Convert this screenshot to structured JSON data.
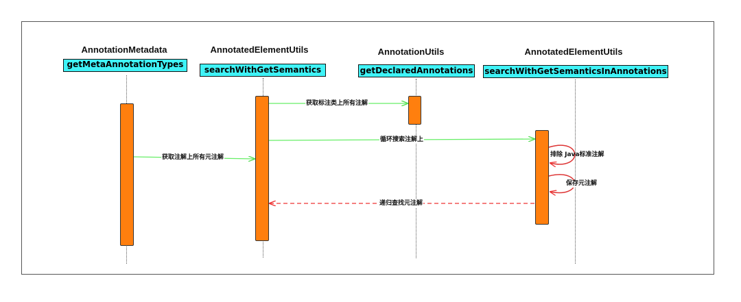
{
  "participants": [
    {
      "class_name": "AnnotationMetadata",
      "method": "getMetaAnnotationTypes"
    },
    {
      "class_name": "AnnotatedElementUtils",
      "method": "searchWithGetSemantics"
    },
    {
      "class_name": "AnnotationUtils",
      "method": "getDeclaredAnnotations"
    },
    {
      "class_name": "AnnotatedElementUtils",
      "method": "searchWithGetSemanticsInAnnotations"
    }
  ],
  "messages": [
    {
      "label": "获取注解上所有元注解",
      "type": "call"
    },
    {
      "label": "获取标注类上所有注解",
      "type": "call"
    },
    {
      "label": "循环搜索注解上",
      "type": "call"
    },
    {
      "label": "排除 Java标准注解",
      "type": "self"
    },
    {
      "label": "保存元注解",
      "type": "self"
    },
    {
      "label": "递归查找元注解",
      "type": "return"
    }
  ],
  "colors": {
    "call_arrow": "#66ee66",
    "return_arrow": "#ee3333",
    "self_arrow": "#dd3333",
    "activation": "#ff7f0e",
    "method_box": "#3ff3f7"
  }
}
